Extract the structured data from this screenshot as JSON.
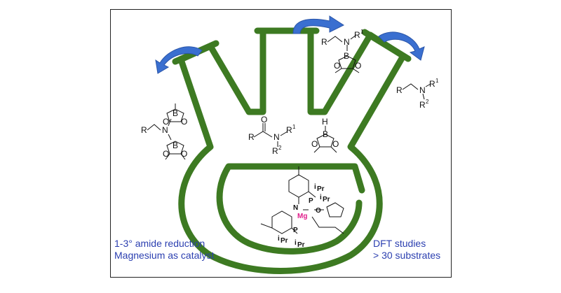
{
  "captions": {
    "left_line1": "1-3° amide reduction",
    "left_line2": "Magnesium as catalyst",
    "right_line1": "DFT studies",
    "right_line2": "> 30 substrates"
  },
  "labels": {
    "R": "R",
    "N": "N",
    "B": "B",
    "O": "O",
    "H": "H",
    "P": "P",
    "Mg": "Mg",
    "R1": "1",
    "R2": "2",
    "iPr": "Pr",
    "i": "i"
  },
  "colors": {
    "flask": "#3d7a22",
    "arrow": "#3a6fd0",
    "caption": "#2b3fb0",
    "mg": "#e0208c"
  }
}
